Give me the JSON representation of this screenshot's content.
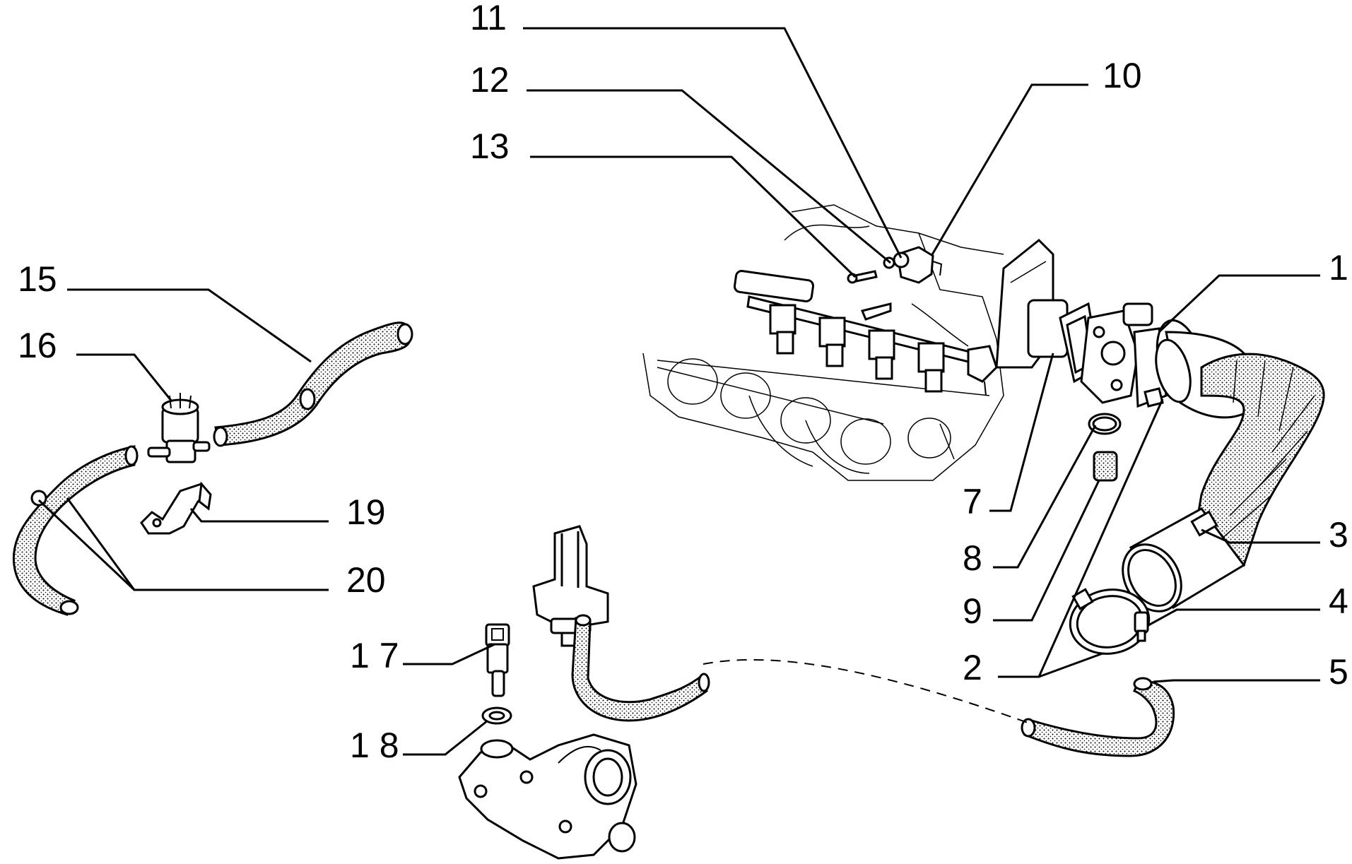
{
  "callouts": {
    "c1": "1",
    "c2": "2",
    "c3": "3",
    "c4": "4",
    "c5": "5",
    "c7": "7",
    "c8": "8",
    "c9": "9",
    "c10": "10",
    "c11": "11",
    "c12": "12",
    "c13": "13",
    "c15": "15",
    "c16": "16",
    "c17": "1 7",
    "c18": "1 8",
    "c19": "19",
    "c20": "20"
  }
}
